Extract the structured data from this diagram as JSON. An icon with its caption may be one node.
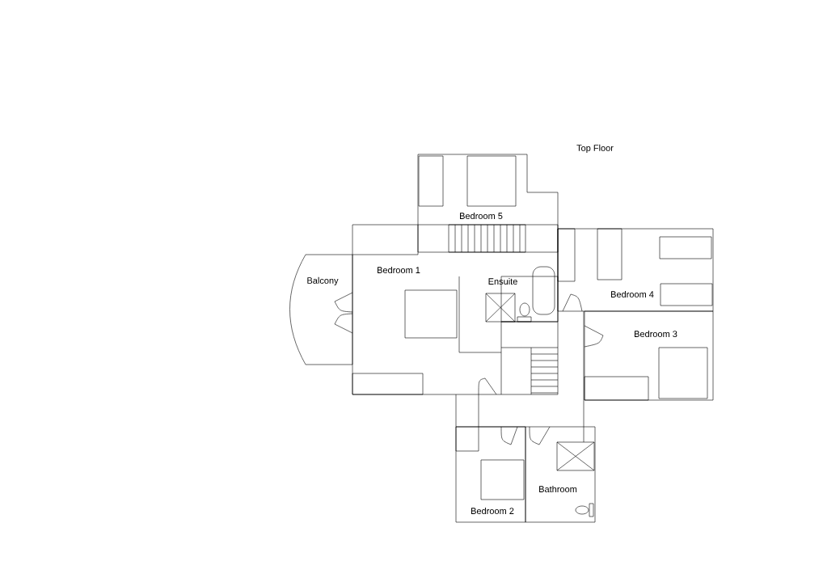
{
  "diagram": {
    "title": "Top Floor",
    "nodes": [
      {
        "text": [
          "Bedroom 5"
        ]
      },
      {
        "text": [
          "Balcony"
        ]
      },
      {
        "text": [
          "Bedroom 1"
        ]
      },
      {
        "text": [
          "Ensuite"
        ],
        "in": 2
      },
      {
        "text": [
          "Bedroom 4"
        ]
      },
      {
        "text": [
          "Bedroom 3"
        ]
      },
      {
        "text": [
          "Bathroom"
        ]
      },
      {
        "text": [
          "Bedroom 2"
        ]
      }
    ]
  }
}
